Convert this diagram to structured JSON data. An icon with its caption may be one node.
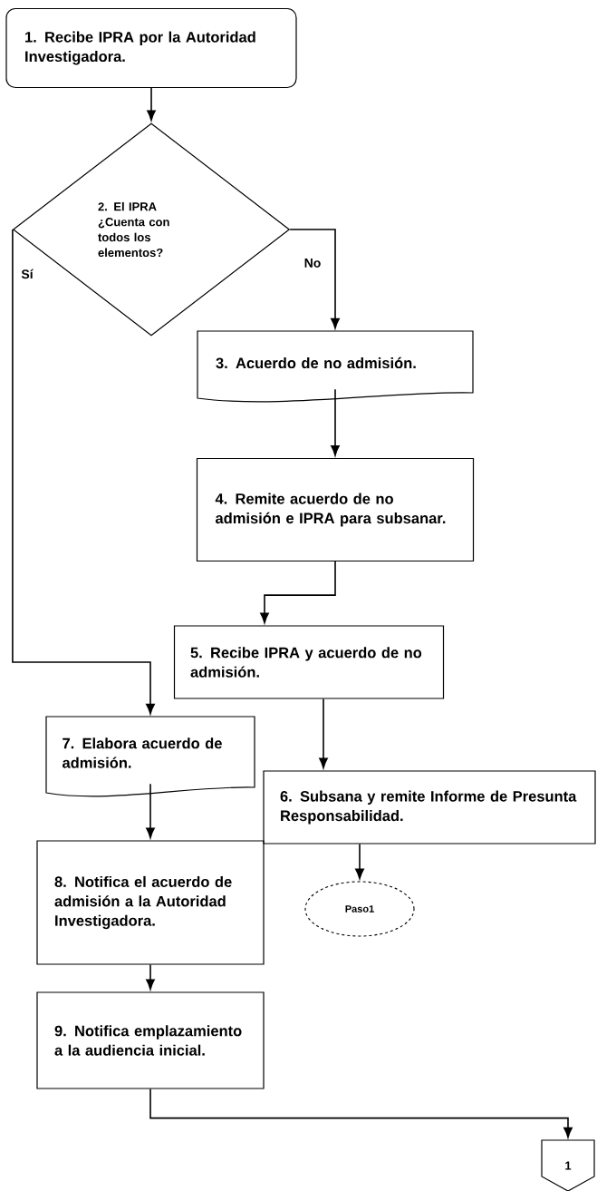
{
  "diagram": {
    "nodes": [
      {
        "text": [
          "1. Recibe IPRA por la Autoridad Investigadora."
        ]
      },
      {
        "text": [
          "2. El IPRA ¿Cuenta con todos los elementos?"
        ]
      },
      {
        "text": [
          "3. Acuerdo de no admisión."
        ]
      },
      {
        "text": [
          "4. Remite acuerdo de no admisión e IPRA para subsanar."
        ]
      },
      {
        "text": [
          "5. Recibe IPRA y acuerdo de no admisión."
        ]
      },
      {
        "text": [
          "7. Elabora acuerdo de admisión."
        ]
      },
      {
        "text": [
          "6. Subsana y remite Informe de Presunta Responsabilidad."
        ]
      },
      {
        "text": [
          "8. Notifica el acuerdo de admisión a la Autoridad Investigadora."
        ]
      },
      {
        "text": [
          "Paso1"
        ]
      },
      {
        "text": [
          "9. Notifica emplazamiento a la audiencia inicial."
        ]
      },
      {
        "text": [
          "1"
        ]
      }
    ],
    "edges": [
      {
        "from": 0,
        "to": 1,
        "arrow": "to"
      },
      {
        "from": 1,
        "to": 2,
        "arrow": "to",
        "label": "No"
      },
      {
        "from": 1,
        "to": 5,
        "arrow": "to",
        "label": "Sí"
      },
      {
        "from": 2,
        "to": 3,
        "arrow": "to"
      },
      {
        "from": 3,
        "to": 4,
        "arrow": "to"
      },
      {
        "from": 4,
        "to": 6,
        "arrow": "to"
      },
      {
        "from": 5,
        "to": 7,
        "arrow": "to"
      },
      {
        "from": 6,
        "to": 8,
        "arrow": "to"
      },
      {
        "from": 7,
        "to": 9,
        "arrow": "to"
      },
      {
        "from": 9,
        "to": 10,
        "arrow": "to"
      }
    ]
  }
}
